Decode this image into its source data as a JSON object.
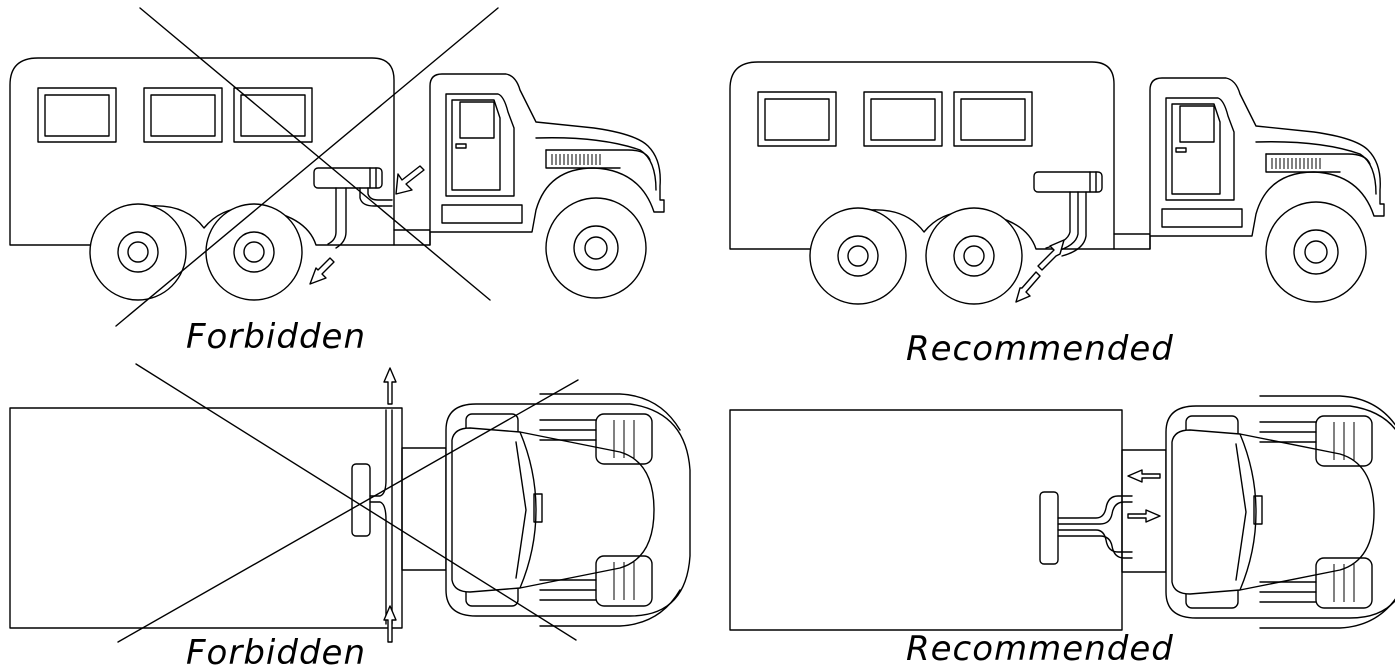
{
  "panels": {
    "side_forbidden": {
      "caption": "Forbidden",
      "crossed": true
    },
    "side_recommended": {
      "caption": "Recommended",
      "crossed": false
    },
    "top_forbidden": {
      "caption": "Forbidden",
      "crossed": true
    },
    "top_recommended": {
      "caption": "Recommended",
      "crossed": false
    }
  },
  "colors": {
    "line": "#000000",
    "background": "#ffffff"
  }
}
